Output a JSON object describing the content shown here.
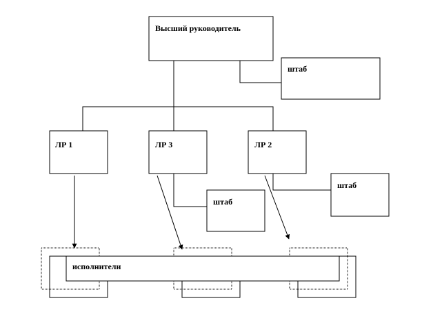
{
  "nodes": {
    "top_manager": "Высший руководитель",
    "staff_top": "штаб",
    "lr1": "ЛР 1",
    "lr3": "ЛР 3",
    "lr2": "ЛР 2",
    "staff_lr3": "штаб",
    "staff_lr2": "штаб",
    "executors": "исполнители"
  }
}
